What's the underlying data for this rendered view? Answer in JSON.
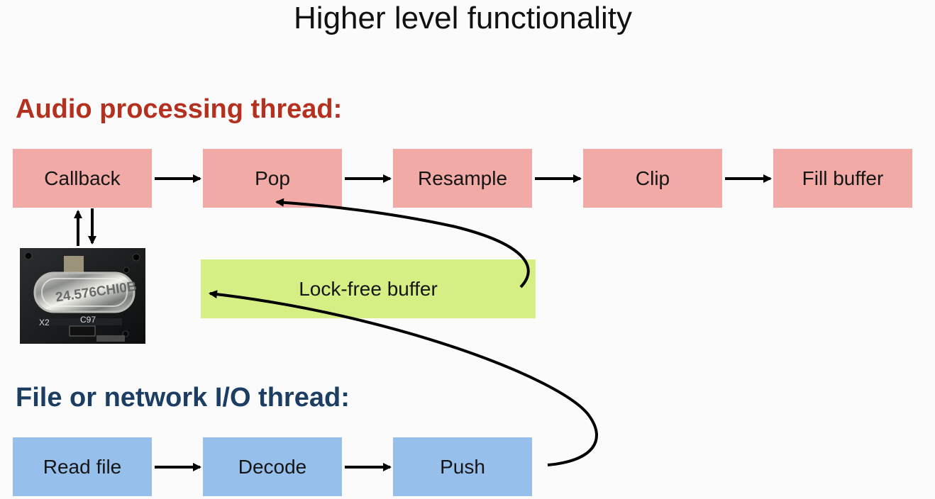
{
  "slide": {
    "title": "Higher level functionality"
  },
  "audio_thread": {
    "heading": "Audio processing thread:",
    "steps": [
      "Callback",
      "Pop",
      "Resample",
      "Clip",
      "Fill buffer"
    ]
  },
  "buffer": {
    "label": "Lock-free buffer"
  },
  "io_thread": {
    "heading": "File or network I/O thread:",
    "steps": [
      "Read file",
      "Decode",
      "Push"
    ]
  },
  "hardware_image": {
    "icon": "crystal-oscillator-photo",
    "marking": "24.576CHI0B",
    "labels": [
      "X2",
      "C97"
    ]
  },
  "colors": {
    "audio_heading": "#b5311f",
    "io_heading": "#1d3e63",
    "audio_box": "#f1aaa6",
    "io_box": "#97bfec",
    "buffer_box": "#d6ef84"
  }
}
